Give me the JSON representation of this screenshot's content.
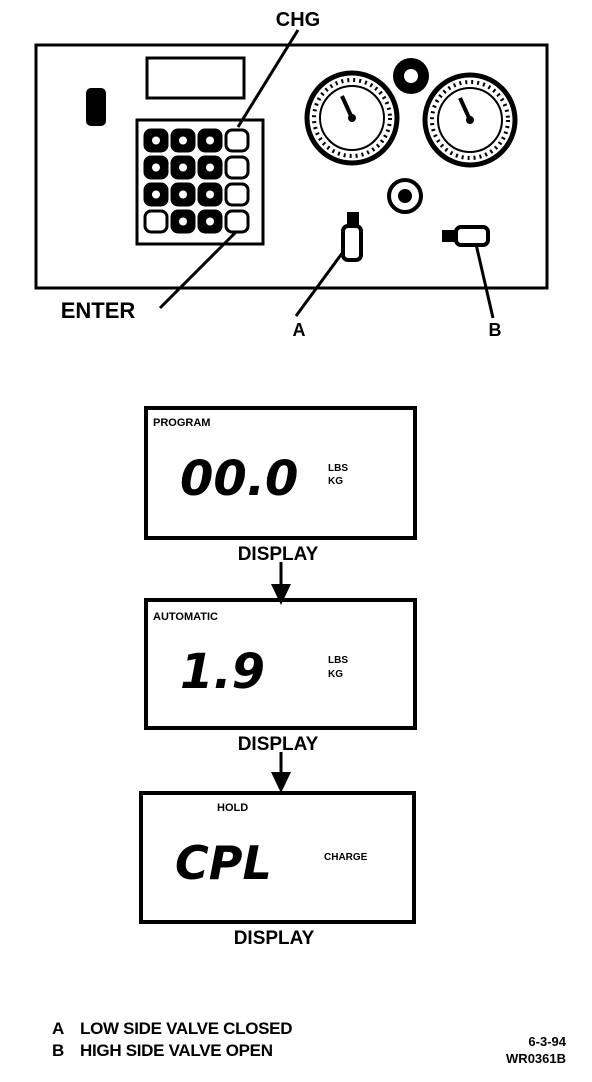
{
  "callouts": {
    "chg": "CHG",
    "enter": "ENTER",
    "a": "A",
    "b": "B"
  },
  "displays": [
    {
      "mode": "PROGRAM",
      "value": "00.0",
      "units": [
        "LBS",
        "KG"
      ],
      "caption": "DISPLAY"
    },
    {
      "mode": "AUTOMATIC",
      "value": "1.9",
      "units": [
        "LBS",
        "KG"
      ],
      "caption": "DISPLAY"
    },
    {
      "mode": "HOLD",
      "value": "CPL",
      "units": [
        "CHARGE"
      ],
      "caption": "DISPLAY"
    }
  ],
  "legend": [
    {
      "key": "A",
      "text": "LOW SIDE VALVE CLOSED"
    },
    {
      "key": "B",
      "text": "HIGH SIDE VALVE OPEN"
    }
  ],
  "reference": {
    "date": "6-3-94",
    "figure_id": "WR0361B"
  },
  "colors": {
    "ink": "#000000",
    "paper": "#ffffff"
  },
  "icons": [
    "keypad-icon",
    "pressure-gauge-icon",
    "valve-knob-icon",
    "down-arrow-icon"
  ]
}
